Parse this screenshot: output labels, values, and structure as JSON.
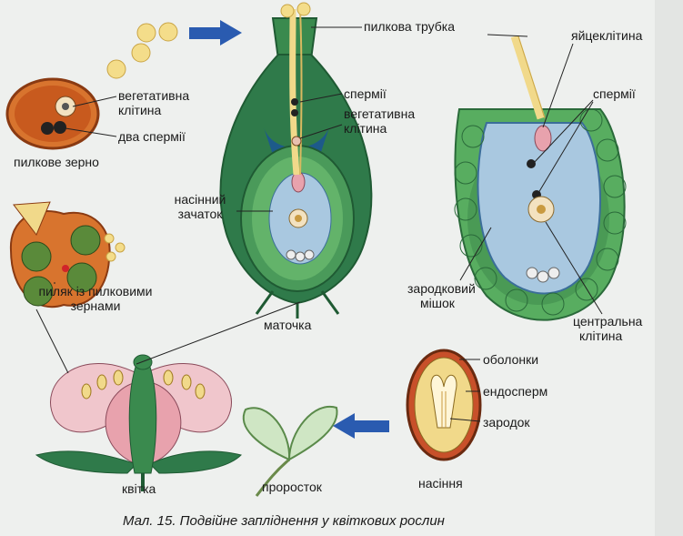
{
  "caption": "Мал. 15. Подвійне запліднення у квіткових рослин",
  "labels": {
    "pollen_tube": "пилкова трубка",
    "egg_cell": "яйцеклітина",
    "sperms_center": "спермії",
    "sperms_right": "спермії",
    "vegetative_cell_center_1": "вегетативна",
    "vegetative_cell_center_2": "клітина",
    "vegetative_cell_left_1": "вегетативна",
    "vegetative_cell_left_2": "клітина",
    "two_sperms": "два спермії",
    "pollen_grain": "пилкове зерно",
    "ovule_1": "насінний",
    "ovule_2": "зачаток",
    "embryo_sac_1": "зародковий",
    "embryo_sac_2": "мішок",
    "central_cell_1": "центральна",
    "central_cell_2": "клітина",
    "anther_1": "пиляк із пилковими",
    "anther_2": "зернами",
    "pistil": "маточка",
    "coats": "оболонки",
    "endosperm": "ендосперм",
    "embryo": "зародок",
    "flower": "квітка",
    "seedling": "проросток",
    "seed": "насіння"
  },
  "colors": {
    "green_dark": "#2f7a4a",
    "green_light": "#63b36a",
    "embryo_sac_blue": "#a9c8e0",
    "orange": "#d8742e",
    "pink": "#e8a2ad",
    "cream": "#f1d98a",
    "arrow_blue": "#2a5bb0"
  },
  "icons": [
    "arrow-right-icon",
    "arrow-left-icon"
  ]
}
